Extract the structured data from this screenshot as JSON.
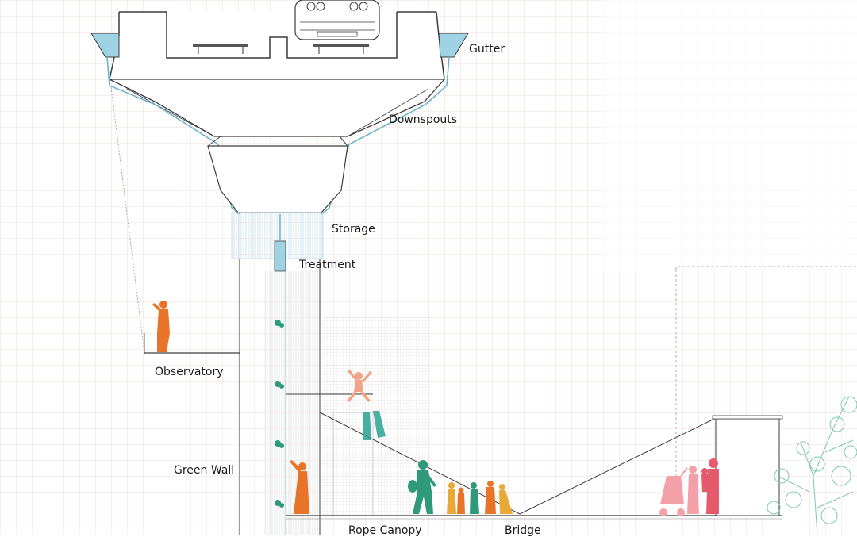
{
  "labels": {
    "gutter": "Gutter",
    "downspouts": "Downspouts",
    "storage": "Storage",
    "treatment": "Treatment",
    "observatory": "Observatory",
    "green_wall": "Green Wall",
    "rope_canopy": "Rope Canopy",
    "bridge": "Bridge"
  },
  "colors": {
    "grid": "#f6d2cf",
    "line": "#444444",
    "water": "#9fd3e3",
    "water_line": "#6bb4cc",
    "orange_figure": "#e8742a",
    "green_figure": "#2f9a7a",
    "teal_figure": "#2aa394",
    "salmon_figure": "#f0a387",
    "pink_figure": "#e65a6e",
    "light_pink_figure": "#f4a0a8",
    "yellow_figure": "#e8a936",
    "tree": "#7cc7b4"
  }
}
